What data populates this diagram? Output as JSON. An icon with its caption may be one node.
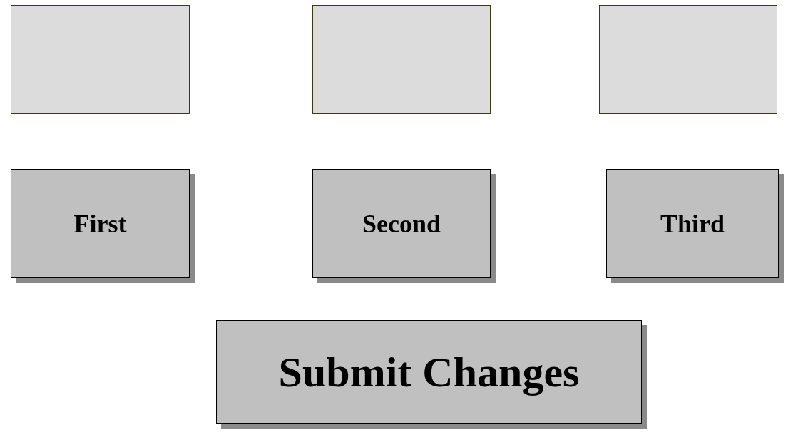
{
  "diagram": {
    "nodes": [
      {
        "text": [],
        "shape": "box"
      },
      {
        "text": [],
        "shape": "box"
      },
      {
        "text": [],
        "shape": "box"
      },
      {
        "text": [
          "First"
        ]
      },
      {
        "text": [
          "Second"
        ]
      },
      {
        "text": [
          "Third"
        ]
      },
      {
        "text": [
          "Submit Changes"
        ]
      }
    ]
  }
}
